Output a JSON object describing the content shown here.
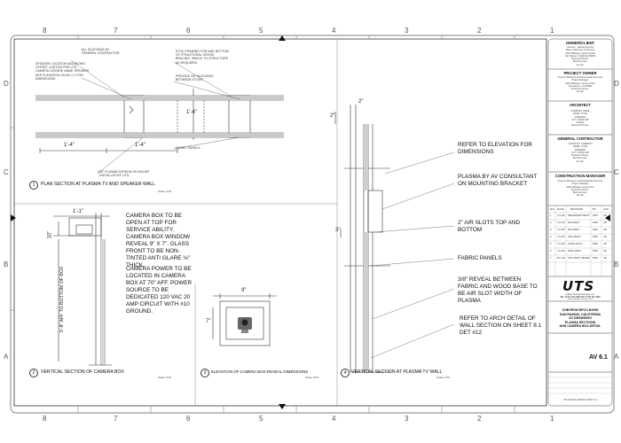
{
  "grid": {
    "columns_top": [
      "8",
      "7",
      "6",
      "5",
      "4",
      "3",
      "2",
      "1"
    ],
    "columns_bottom": [
      "8",
      "7",
      "6",
      "5",
      "4",
      "3",
      "2",
      "1"
    ],
    "rows_left": [
      "D",
      "C",
      "B",
      "A"
    ],
    "rows_right": [
      "D",
      "C",
      "B",
      "A"
    ]
  },
  "view1": {
    "number": "1",
    "title": "PLAN SECTION AT PLASMA TV AND SPEAKER WALL",
    "scale": "Scale: NTS",
    "notes": {
      "blocking": "ALL BLOCKING BY GENERAL CONTRACTOR",
      "speaker": "SPEAKER LOCATION MOUNTING OFFSET CUSTOM PER UTS CAMERA LICENSE NAME SPEAKER SEE ELEVATION ON AV 2.1 FOR DIMENSIONS",
      "stud": "STUD FRAMING FOR AND BOTTOM OF STRUCTURAL CROSS BRACING. BRACE TO STRUCTURE AS REQUIRED",
      "plywood": "PROVIDE 3/4\" BLOCKING BETWEEN STUDS",
      "fabric": "FABRIC PANELS",
      "plasma": "103\" PLASMA SCREEN ON MOUNT - INSTALLED BY UTS"
    },
    "dims": [
      "1'-4\"",
      "1'-4\"",
      "1'-4\""
    ]
  },
  "view2": {
    "number": "2",
    "title": "VERTICAL SECTION OF CAMERA BOX",
    "scale": "Scale: NTS",
    "vertical_label": "5'-8\" AFF TO BOTTOM OF BOX",
    "dims": [
      "1'-1\"",
      "10\""
    ],
    "notes": [
      "CAMERA BOX TO BE OPEN AT TOP FOR SERVICE ABILITY.",
      "CAMERA BOX WINDOW REVEAL 9\" X 7\". GLASS FRONT TO BE NON-TINTED ANTI GLARE ⅛\" THICK.",
      "CAMERA POWER TO BE LOCATED IN CAMERA BOX AT 70\" AFF. POWER SOURCE TO BE DEDICATED 120 VAC 20 AMP CIRCUIT WITH #10 GROUND."
    ]
  },
  "view3": {
    "number": "3",
    "title": "ELEVATION OF CAMERA BOX-REVEAL DIMENSIONS",
    "scale": "Scale: NTS",
    "dims": [
      "9\"",
      "7\""
    ]
  },
  "view4": {
    "number": "4",
    "title": "VERTICAL SECTION AT PLASMA TV WALL",
    "scale": "Scale: NTS",
    "dims": [
      "2\"",
      "2\"",
      "3\""
    ],
    "notes": [
      "REFER TO ELEVATION FOR DIMENSIONS",
      "PLASMA BY AV CONSULTANT ON MOUNTING BRACKET",
      "2\" AIR SLOTS TOP AND BOTTOM",
      "FABRIC PANELS",
      "3/8\" REVEAL BETWEEN FABRIC AND WOOD BASE TO BE AIR SLOT WIDTH OF PLASMA",
      "REFER TO ARCH DETAIL OF WALL SECTION ON SHEET 8.1 DET #12"
    ]
  },
  "titleblock": {
    "owner_head": "OWNER/CLIENT",
    "owner_lines": [
      "Chevron - Global Services",
      "Brian Guberman & Partners",
      "6001 Bollinger Canyon Road",
      "San Ramon, California 94583",
      "Business Phone:",
      "Business Fax:",
      "E-mail:"
    ],
    "project_owner_head": "PROJECT OWNER",
    "project_owner_lines": [
      "Chevron Business and Real Estate Services",
      "Project Manager",
      "6001 Bollinger Canyon Road",
      "San Ramon, CA 94583",
      "Business Phone:",
      "E-mail:"
    ],
    "architect_head": "ARCHITECT",
    "architect_lines": [
      "COMPANY NAME",
      "NAME, TITLE",
      "ADDRESS",
      "CITY, STATE ZIP",
      "E-MAIL",
      "Business Phone:"
    ],
    "gc_head": "GENERAL CONTRACTOR",
    "gc_lines": [
      "CONTRACT COMPANY",
      "NAME, TITLE",
      "ADDRESS",
      "CITY, STATE ZIP",
      "Business Phone:",
      "Business Fax:",
      "E-mail:"
    ],
    "cm_head": "CONSTRUCTION MANAGER",
    "cm_lines": [
      "Chevron Business and Real Estate Services",
      "Project Manager",
      "6001 Bollinger Canyon Rd.",
      "Business Phone:",
      "Business Fax:",
      "E-mail:"
    ],
    "rev_headers": [
      "NO.",
      "DATE",
      "REVISION",
      "BY",
      "CHK"
    ],
    "revisions": [
      [
        "1",
        "1.11.08",
        "PRELIMINARY DRAFT",
        "PKIN",
        "CB"
      ],
      [
        "2",
        "1.11.08",
        "50% DRAFT",
        "PKIN",
        "CB"
      ],
      [
        "3",
        "1.11.08",
        "95% DRAFT",
        "PKIN",
        "CB"
      ],
      [
        "4",
        "1.11.08",
        "100% DRAFT",
        "PKIN",
        "CB"
      ],
      [
        "5",
        "1.11.08",
        "CONST. DOCS",
        "PKIN",
        "CB"
      ],
      [
        "6",
        "1.11.08",
        "FINAL DRAFT",
        "PKIN",
        "CB"
      ],
      [
        "7",
        "8.17.09",
        "FOR CONST. REVIEW",
        "PKIN",
        "CB"
      ]
    ],
    "logo": "UTS",
    "logo_sub": "Unified Technical Services, Inc.",
    "logo_contact": "TEL: (714) 444-1280   FAX: (714) 444-1287",
    "logo_web": "www.unifiedtechservices.com",
    "project_lines": [
      "CHEVRON BPCO B2096",
      "SAN RAMON, CALIFORNIA",
      "AV DRAWINGS",
      "PLASMA SECTIONS",
      "AND CAMERA BOX DETAIL"
    ],
    "sheet_label": "AV 6.1",
    "footer_code": "TITLE BLOCK DESIGN: DRAFT 4.0"
  }
}
